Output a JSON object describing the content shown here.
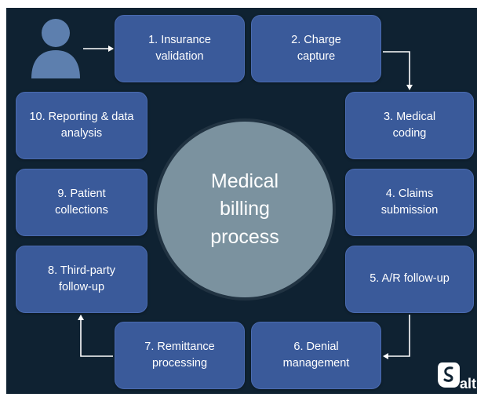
{
  "diagram": {
    "center_label": "Medical\nbilling\nprocess",
    "steps": [
      {
        "label": "1. Insurance\nvalidation"
      },
      {
        "label": "2. Charge\ncapture"
      },
      {
        "label": "3. Medical\ncoding"
      },
      {
        "label": "4. Claims\nsubmission"
      },
      {
        "label": "5. A/R follow-up"
      },
      {
        "label": "6. Denial\nmanagement"
      },
      {
        "label": "7. Remittance\nprocessing"
      },
      {
        "label": "8. Third-party\nfollow-up"
      },
      {
        "label": "9. Patient\ncollections"
      },
      {
        "label": "10. Reporting & data\nanalysis"
      }
    ]
  },
  "brand": {
    "logo_text": "alt"
  },
  "colors": {
    "background": "#0f2232",
    "step_box": "#3a5a9a",
    "center_circle": "#7b929f",
    "text": "#ffffff"
  }
}
